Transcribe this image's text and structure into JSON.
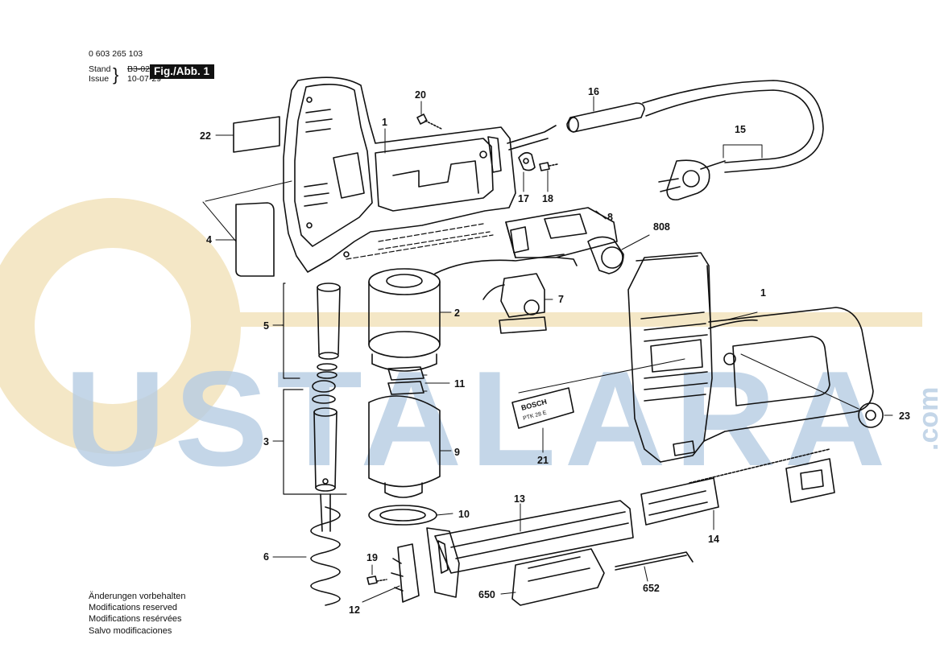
{
  "header": {
    "doc_number": "0 603 265 103",
    "stand_label": "Stand",
    "stand_value": "B3-02",
    "issue_label": "Issue",
    "issue_value": "10-07-29",
    "figure_label": "Fig./Abb. 1"
  },
  "modifications": [
    "Änderungen vorbehalten",
    "Modifications reserved",
    "Modifications resérvées",
    "Salvo modificaciones"
  ],
  "watermark": {
    "text": "USTALARA",
    "suffix": ".com",
    "color": "#a9c3dc",
    "ring_color": "#f1e2bd"
  },
  "part_numbers": [
    "22",
    "20",
    "1",
    "16",
    "15",
    "4",
    "17",
    "18",
    "8",
    "808",
    "5",
    "2",
    "7",
    "1",
    "11",
    "23",
    "3",
    "9",
    "21",
    "13",
    "10",
    "6",
    "14",
    "19",
    "12",
    "650",
    "652"
  ],
  "label_plate": {
    "brand": "BOSCH",
    "model": "PTK 28 E"
  }
}
